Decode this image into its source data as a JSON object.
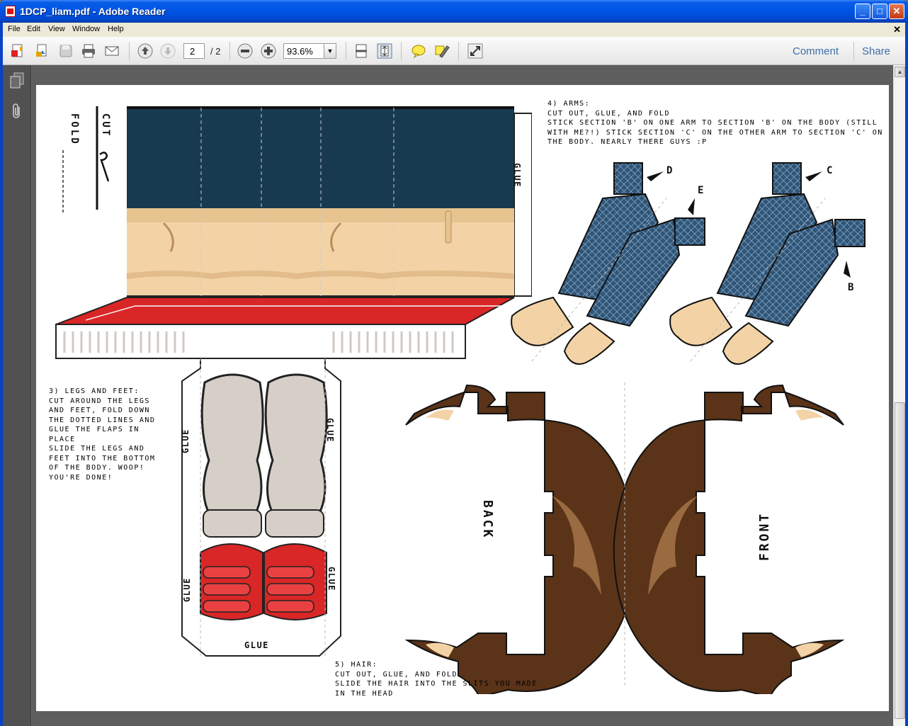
{
  "window": {
    "title": "1DCP_liam.pdf - Adobe Reader"
  },
  "menu": [
    "File",
    "Edit",
    "View",
    "Window",
    "Help"
  ],
  "toolbar": {
    "page_current": "2",
    "page_total": "/ 2",
    "zoom": "93.6%",
    "comment_label": "Comment",
    "share_label": "Share"
  },
  "page": {
    "fold_label": "FOLD",
    "cut_label": "CUT",
    "glue_label": "GLUE",
    "legs_instructions": "3) LEGS AND FEET:\nCUT AROUND THE LEGS\nAND FEET, FOLD DOWN\nTHE DOTTED LINES AND\nGLUE THE FLAPS IN\nPLACE\nSLIDE THE LEGS AND\nFEET INTO THE BOTTOM\nOF THE BODY. WOOP!\nYOU'RE DONE!",
    "arms_instructions": "4) ARMS:\nCUT OUT, GLUE, AND FOLD\nSTICK SECTION 'B' ON ONE ARM TO SECTION 'B' ON THE BODY (STILL\nWITH ME?!) STICK SECTION 'C' ON THE OTHER ARM TO SECTION 'C' ON\nTHE BODY. NEARLY THERE GUYS :P",
    "hair_instructions": "5) HAIR:\nCUT OUT, GLUE, AND FOLD\nSLIDE THE HAIR INTO THE SLITS YOU MADE\nIN THE HEAD",
    "arm_labels": {
      "d": "D",
      "e": "E",
      "c": "C",
      "b": "B"
    },
    "back_label": "BACK",
    "front_label": "FRONT"
  },
  "colors": {
    "shirt": "#173a51",
    "skin": "#f3d3a6",
    "shoe_red": "#d92626",
    "hair": "#5a3318",
    "hair_light": "#9a6a41",
    "plaid": "#2f5577"
  }
}
